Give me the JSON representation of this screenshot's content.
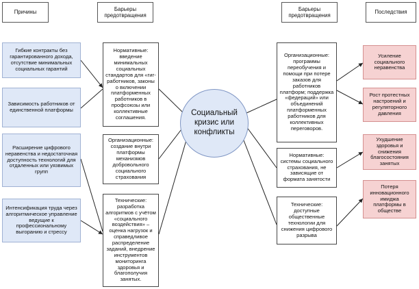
{
  "headers": {
    "causes": "Причины",
    "barriers_left": "Барьеры предотвращения",
    "barriers_right": "Барьеры предотвращения",
    "consequences": "Последствия"
  },
  "center": "Социальный кризис или конфликты",
  "causes": [
    "Гибкие контракты без гарантированного дохода, отсутствие минимальных социальных гарантий",
    "Зависимость работников от единственной платформы",
    "Расширение цифрового неравенства и недостаточная доступность технологий для отдаленных или уязвимых групп",
    "Интенсификация труда через алгоритмическое управление ведущие к профессиональному выгоранию и стрессу"
  ],
  "barriers_left": [
    "Нормативные: введение минимальных социальных стандартов для «гиг-работников, законы о включении платформенных работников в профсоюзы или коллективные соглашения.",
    "Организационные: создание внутри платформы механизмов добровольного социального страхования",
    "Технические: разработка алгоритмов с учётом «социального воздействия» – оценка нагрузок и справедливое распределение заданий, внедрение инструментов мониторинга здоровья и благополучия занятых."
  ],
  "barriers_right": [
    "Организационные: программы переобучения и помощи при потере заказов для работников платформ; поддержка «федераций» или объединений платформенных работников для коллективных переговоров.",
    "Нормативные: системы социального страхования, не зависящие от формата занятости",
    "Технические: доступные общественные технологии для снижения цифрового разрыва"
  ],
  "consequences": [
    "Усиление социального неравенства",
    "Рост протестных настроений и регуляторного давления",
    "Ухудшение здоровья и снижения благосостояния занятых",
    "Потеря инновационного имиджа платформы в обществе"
  ],
  "colors": {
    "cause_fill": "#dfe8f7",
    "consequence_fill": "#f6d2d2",
    "center_fill": "#dfe8f7"
  }
}
